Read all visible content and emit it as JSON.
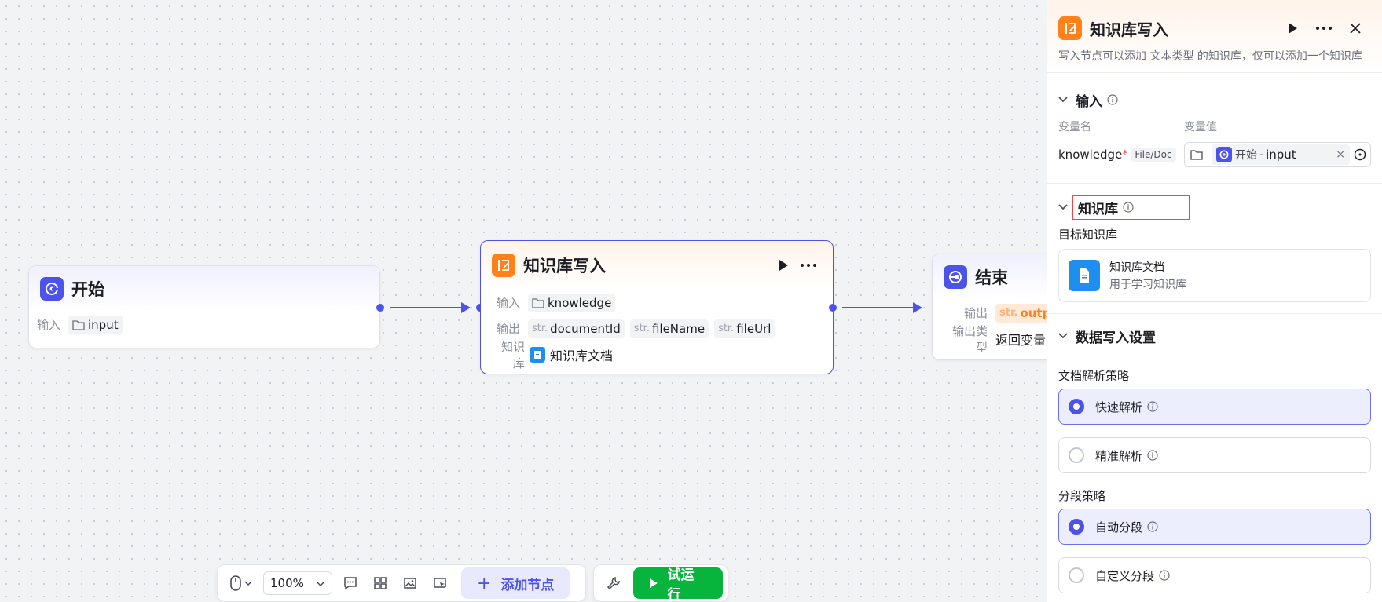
{
  "nodes": {
    "start": {
      "title": "开始",
      "input_label": "输入",
      "input_value": "input"
    },
    "kb_write": {
      "title": "知识库写入",
      "input_label": "输入",
      "input_value": "knowledge",
      "output_label": "输出",
      "outputs": [
        {
          "prefix": "str.",
          "name": "documentId"
        },
        {
          "prefix": "str.",
          "name": "fileName"
        },
        {
          "prefix": "str.",
          "name": "fileUrl"
        }
      ],
      "kb_label": "知识库",
      "kb_value": "知识库文档"
    },
    "end": {
      "title": "结束",
      "output_label": "输出",
      "output_prefix": "str.",
      "output_value": "outp",
      "output_type_label": "输出类型",
      "output_type_value": "返回变量"
    }
  },
  "toolbar": {
    "zoom": "100%",
    "add_node": "添加节点",
    "run": "试运行"
  },
  "panel": {
    "title": "知识库写入",
    "description": "写入节点可以添加 文本类型 的知识库，仅可以添加一个知识库",
    "input_section": {
      "title": "输入",
      "col_name": "变量名",
      "col_value": "变量值",
      "var_name": "knowledge",
      "required_mark": "*",
      "var_type": "File/Doc",
      "ref_node": "开始",
      "ref_sep": "-",
      "ref_var": "input"
    },
    "kb_section": {
      "title": "知识库",
      "target_label": "目标知识库",
      "kb_name": "知识库文档",
      "kb_desc": "用于学习知识库"
    },
    "write_section": {
      "title": "数据写入设置",
      "parse_label": "文档解析策略",
      "parse_options": [
        {
          "label": "快速解析",
          "selected": true
        },
        {
          "label": "精准解析",
          "selected": false
        }
      ],
      "seg_label": "分段策略",
      "seg_options": [
        {
          "label": "自动分段",
          "selected": true
        },
        {
          "label": "自定义分段",
          "selected": false
        }
      ]
    }
  },
  "colors": {
    "accent": "#4d53e8",
    "orange": "#ff811a",
    "run_green": "#07b53c",
    "highlight_box": "#e5484d"
  }
}
